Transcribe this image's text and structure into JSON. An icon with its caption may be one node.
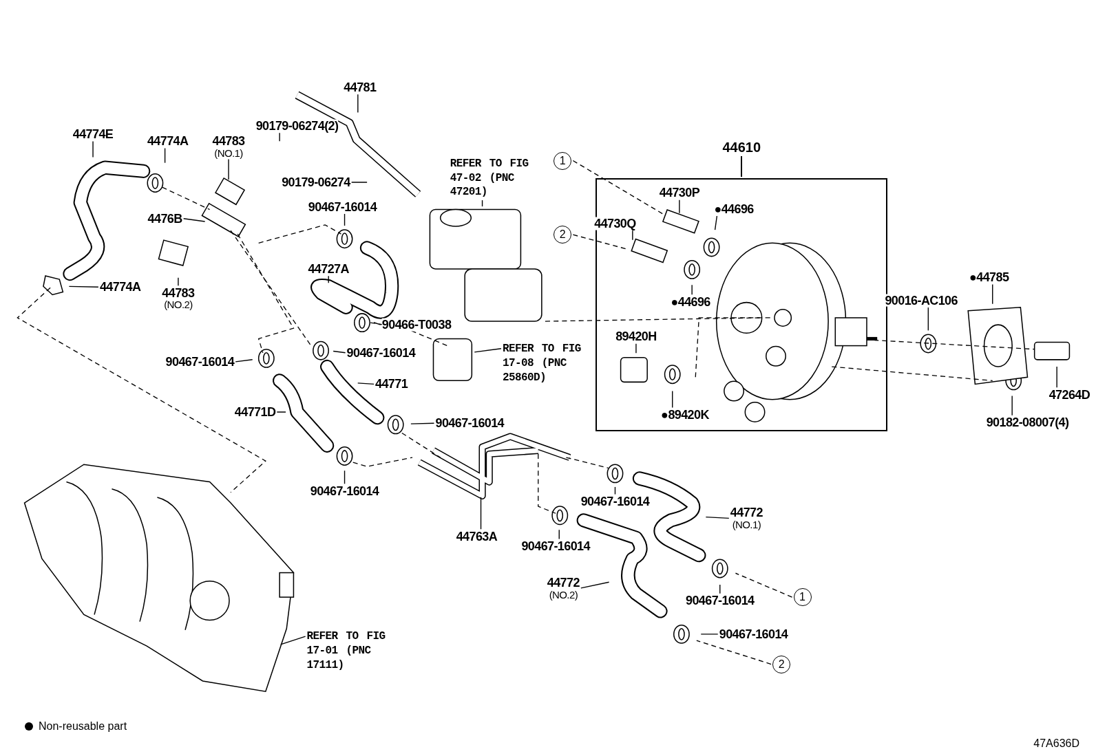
{
  "diagram": {
    "nodes": [
      {
        "text": [
          "44774E"
        ]
      },
      {
        "text": [
          "44774A"
        ]
      },
      {
        "text": [
          "44783",
          "(NO.1)"
        ]
      },
      {
        "text": [
          "44781"
        ]
      },
      {
        "text": [
          "90179-06274(2)"
        ]
      },
      {
        "text": [
          "90179-06274"
        ]
      },
      {
        "text": [
          "REFER TO FIG 47-02 (PNC 47201)"
        ]
      },
      {
        "text": [
          "44610"
        ]
      },
      {
        "text": [
          "1"
        ]
      },
      {
        "text": [
          "2"
        ]
      },
      {
        "text": [
          "44730P"
        ],
        "in": 7
      },
      {
        "text": [
          "●44696"
        ],
        "in": 7
      },
      {
        "text": [
          "44730Q"
        ],
        "in": 7
      },
      {
        "text": [
          "●44696"
        ],
        "in": 7
      },
      {
        "text": [
          "89420H"
        ],
        "in": 7
      },
      {
        "text": [
          "●89420K"
        ],
        "in": 7
      },
      {
        "text": [
          "4476B"
        ]
      },
      {
        "text": [
          "90467-16014"
        ]
      },
      {
        "text": [
          "44727A"
        ]
      },
      {
        "text": [
          "44774A"
        ]
      },
      {
        "text": [
          "44783",
          "(NO.2)"
        ]
      },
      {
        "text": [
          "90466-T0038"
        ]
      },
      {
        "text": [
          "REFER TO FIG 17-08 (PNC 25860D)"
        ]
      },
      {
        "text": [
          "90016-AC106"
        ]
      },
      {
        "text": [
          "●44785"
        ]
      },
      {
        "text": [
          "90467-16014"
        ]
      },
      {
        "text": [
          "90467-16014"
        ]
      },
      {
        "text": [
          "44771"
        ]
      },
      {
        "text": [
          "47264D"
        ]
      },
      {
        "text": [
          "44771D"
        ]
      },
      {
        "text": [
          "90467-16014"
        ]
      },
      {
        "text": [
          "90182-08007(4)"
        ]
      },
      {
        "text": [
          "90467-16014"
        ]
      },
      {
        "text": [
          "44763A"
        ]
      },
      {
        "text": [
          "90467-16014"
        ]
      },
      {
        "text": [
          "44772",
          "(NO.1)"
        ]
      },
      {
        "text": [
          "90467-16014"
        ]
      },
      {
        "text": [
          "44772",
          "(NO.2)"
        ]
      },
      {
        "text": [
          "90467-16014"
        ]
      },
      {
        "text": [
          "1"
        ]
      },
      {
        "text": [
          "90467-16014"
        ]
      },
      {
        "text": [
          "2"
        ]
      },
      {
        "text": [
          "REFER TO FIG 17-01 (PNC 17111)"
        ]
      }
    ],
    "edges": [
      {
        "from": 0,
        "to": null,
        "arrow": "none"
      },
      {
        "from": 1,
        "to": null,
        "arrow": "none"
      },
      {
        "from": 2,
        "to": null,
        "arrow": "none"
      },
      {
        "from": 3,
        "to": null,
        "arrow": "none"
      },
      {
        "from": 4,
        "to": null,
        "arrow": "none"
      },
      {
        "from": 5,
        "to": null,
        "arrow": "none"
      },
      {
        "from": 6,
        "to": null,
        "arrow": "none"
      },
      {
        "from": 8,
        "to": null,
        "arrow": "none",
        "style": "dashed"
      },
      {
        "from": 9,
        "to": null,
        "arrow": "none",
        "style": "dashed"
      },
      {
        "from": 10,
        "to": null,
        "arrow": "none"
      },
      {
        "from": 11,
        "to": null,
        "arrow": "none"
      },
      {
        "from": 12,
        "to": null,
        "arrow": "none"
      },
      {
        "from": 13,
        "to": null,
        "arrow": "none"
      },
      {
        "from": 14,
        "to": null,
        "arrow": "none"
      },
      {
        "from": 15,
        "to": null,
        "arrow": "none"
      },
      {
        "from": 16,
        "to": null,
        "arrow": "none"
      },
      {
        "from": 17,
        "to": null,
        "arrow": "none"
      },
      {
        "from": 18,
        "to": null,
        "arrow": "none"
      },
      {
        "from": 19,
        "to": null,
        "arrow": "none"
      },
      {
        "from": 20,
        "to": null,
        "arrow": "none"
      },
      {
        "from": 21,
        "to": null,
        "arrow": "none"
      },
      {
        "from": 22,
        "to": null,
        "arrow": "none"
      },
      {
        "from": 23,
        "to": null,
        "arrow": "none"
      },
      {
        "from": 24,
        "to": null,
        "arrow": "none"
      },
      {
        "from": 25,
        "to": null,
        "arrow": "none"
      },
      {
        "from": 26,
        "to": null,
        "arrow": "none"
      },
      {
        "from": 27,
        "to": null,
        "arrow": "none"
      },
      {
        "from": 28,
        "to": null,
        "arrow": "none"
      },
      {
        "from": 29,
        "to": null,
        "arrow": "none"
      },
      {
        "from": 30,
        "to": null,
        "arrow": "none"
      },
      {
        "from": 31,
        "to": null,
        "arrow": "none"
      },
      {
        "from": 32,
        "to": null,
        "arrow": "none"
      },
      {
        "from": 33,
        "to": null,
        "arrow": "none"
      },
      {
        "from": 34,
        "to": null,
        "arrow": "none"
      },
      {
        "from": 35,
        "to": null,
        "arrow": "none"
      },
      {
        "from": 36,
        "to": null,
        "arrow": "none"
      },
      {
        "from": 37,
        "to": null,
        "arrow": "none"
      },
      {
        "from": 38,
        "to": null,
        "arrow": "none"
      },
      {
        "from": 39,
        "to": null,
        "arrow": "none",
        "style": "dashed"
      },
      {
        "from": 40,
        "to": null,
        "arrow": "none"
      },
      {
        "from": 41,
        "to": null,
        "arrow": "none",
        "style": "dashed"
      },
      {
        "from": 42,
        "to": null,
        "arrow": "none"
      }
    ],
    "labels": [
      "47A636D"
    ],
    "legend": [
      {
        "text": "Non-reusable part"
      }
    ]
  }
}
